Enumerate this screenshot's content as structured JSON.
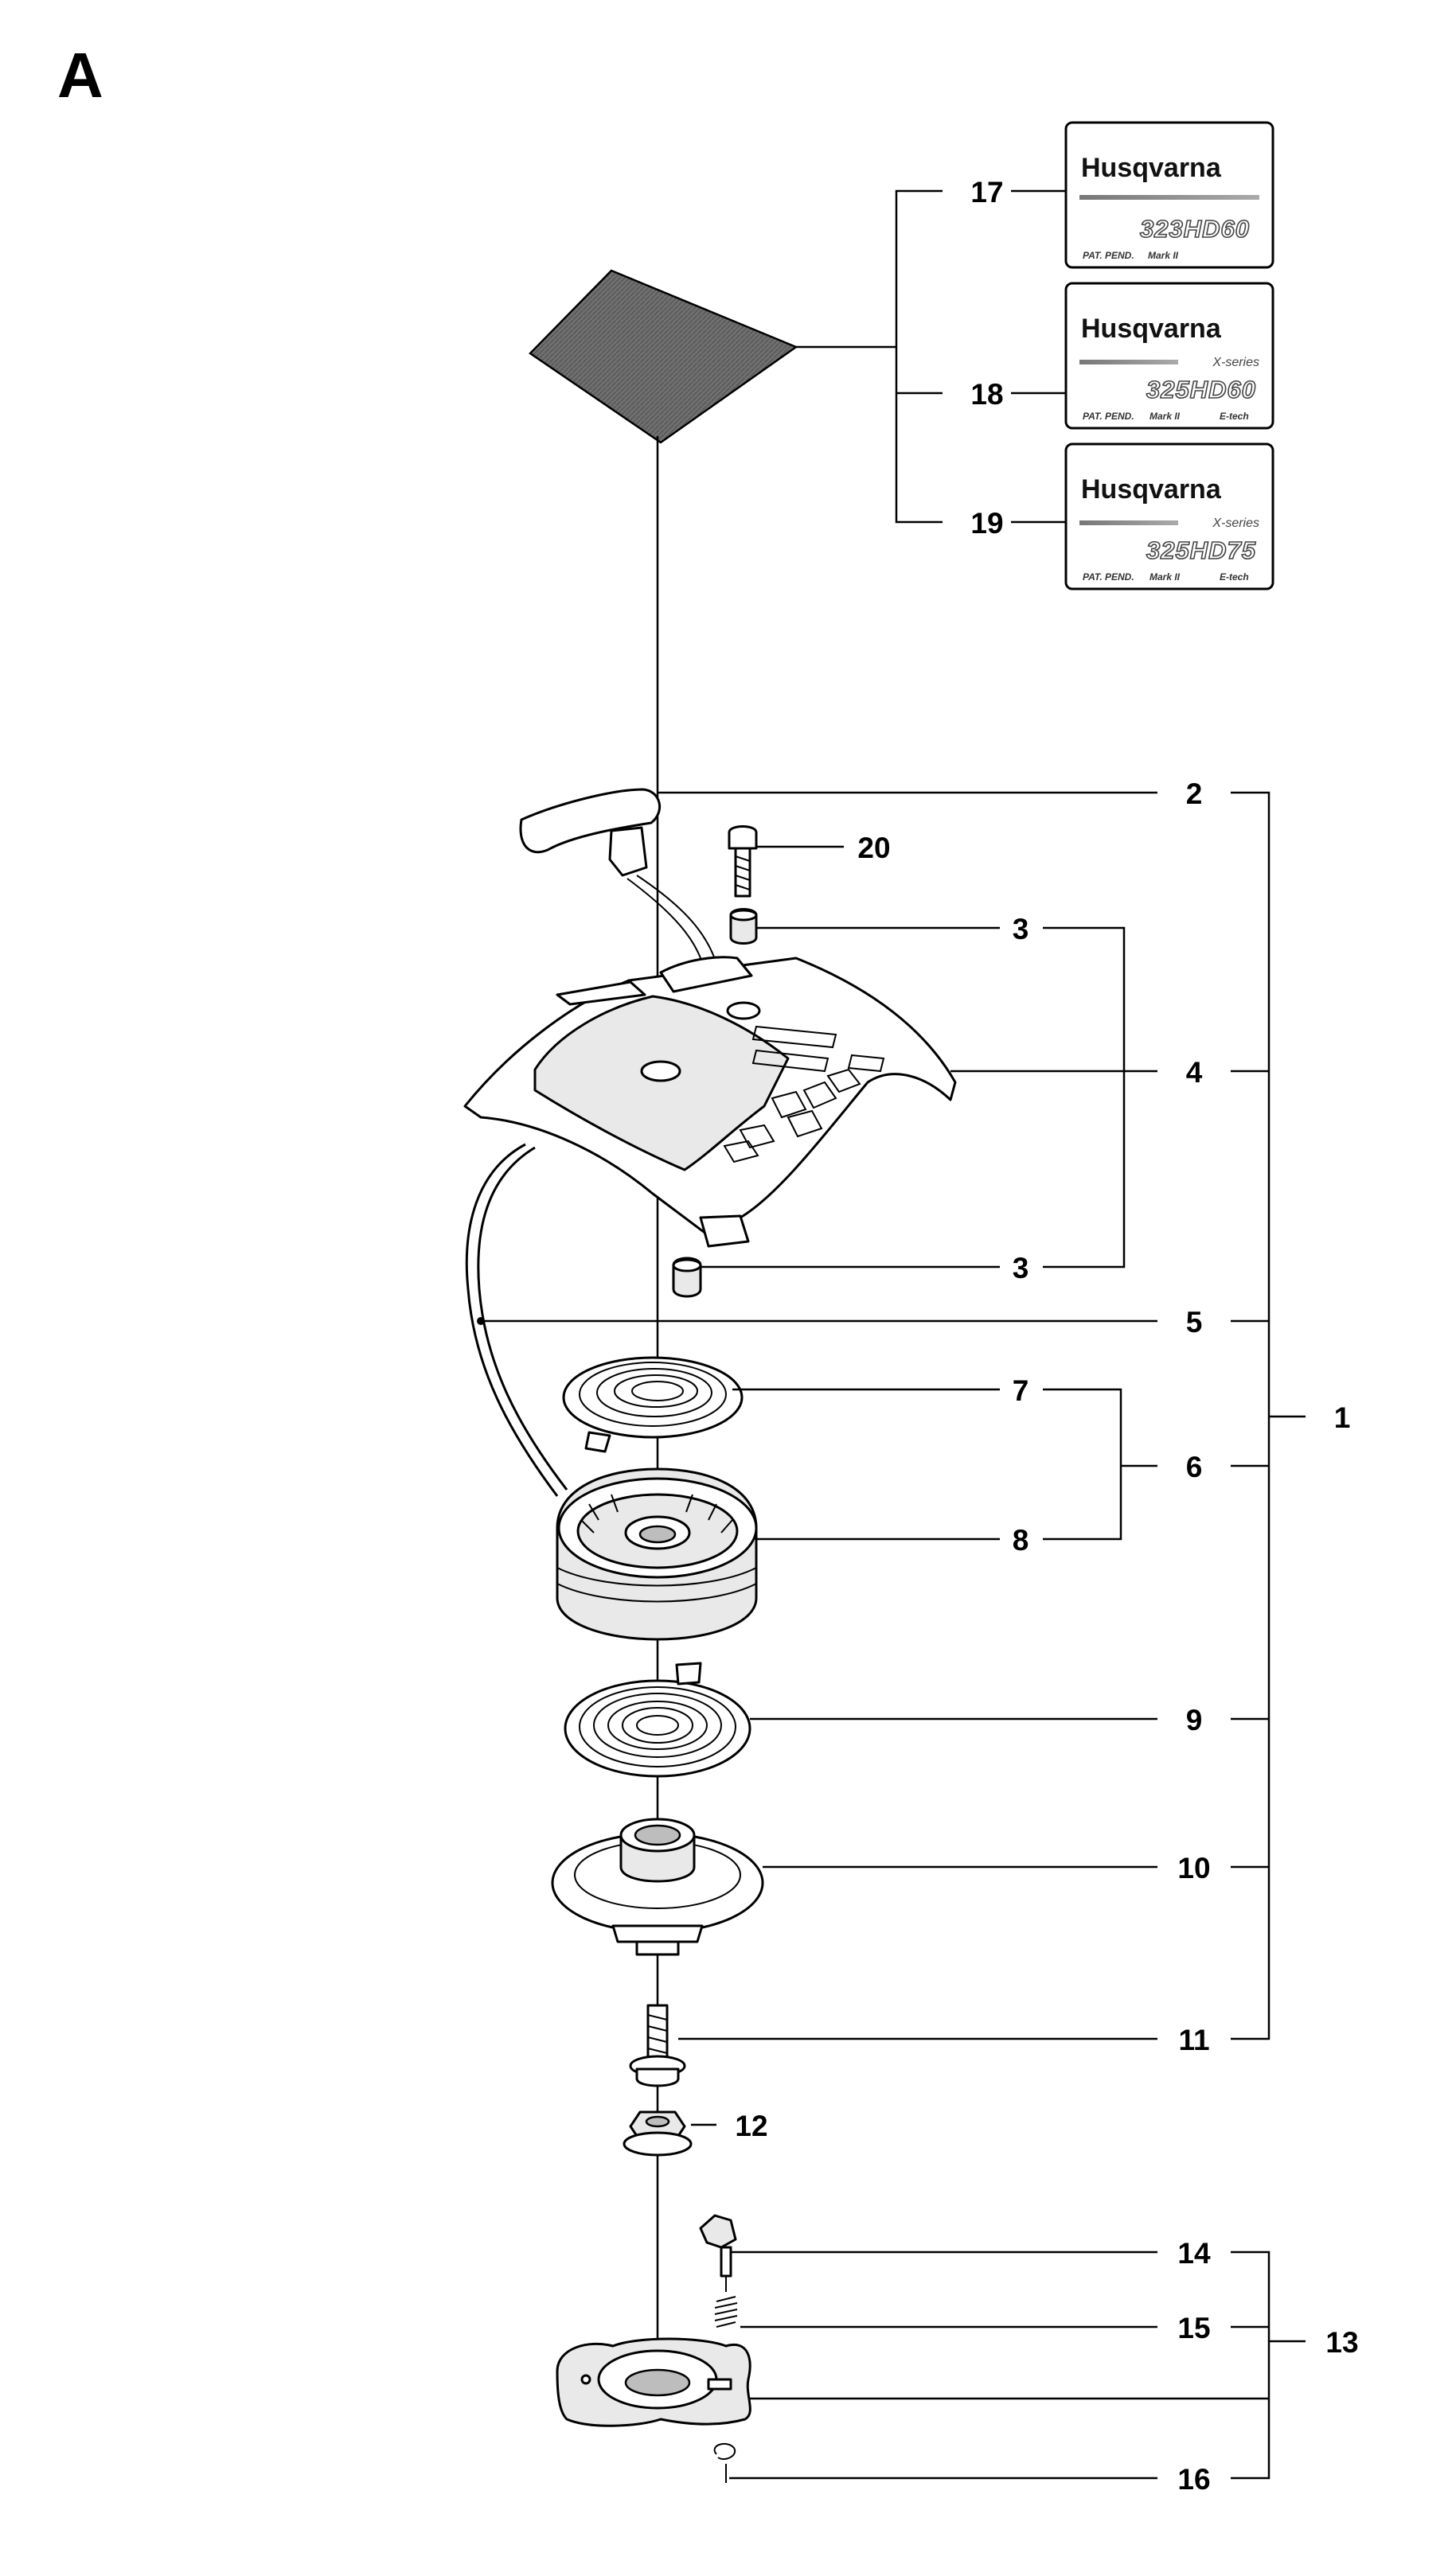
{
  "section_label": "A",
  "callouts": [
    "1",
    "2",
    "3",
    "3",
    "4",
    "5",
    "6",
    "7",
    "8",
    "9",
    "10",
    "11",
    "12",
    "13",
    "14",
    "15",
    "16",
    "17",
    "18",
    "19",
    "20"
  ],
  "decals": [
    {
      "brand": "Husqvarna",
      "series": "",
      "model": "323HD60",
      "pat": "PAT. PEND.",
      "mark": "Mark II",
      "etech": ""
    },
    {
      "brand": "Husqvarna",
      "series": "X-series",
      "model": "325HD60",
      "pat": "PAT. PEND.",
      "mark": "Mark II",
      "etech": "E-tech"
    },
    {
      "brand": "Husqvarna",
      "series": "X-series",
      "model": "325HD75",
      "pat": "PAT. PEND.",
      "mark": "Mark II",
      "etech": "E-tech"
    }
  ],
  "colors": {
    "line": "#000000",
    "decal_sheet": "#6b6b6b",
    "background": "#ffffff"
  }
}
